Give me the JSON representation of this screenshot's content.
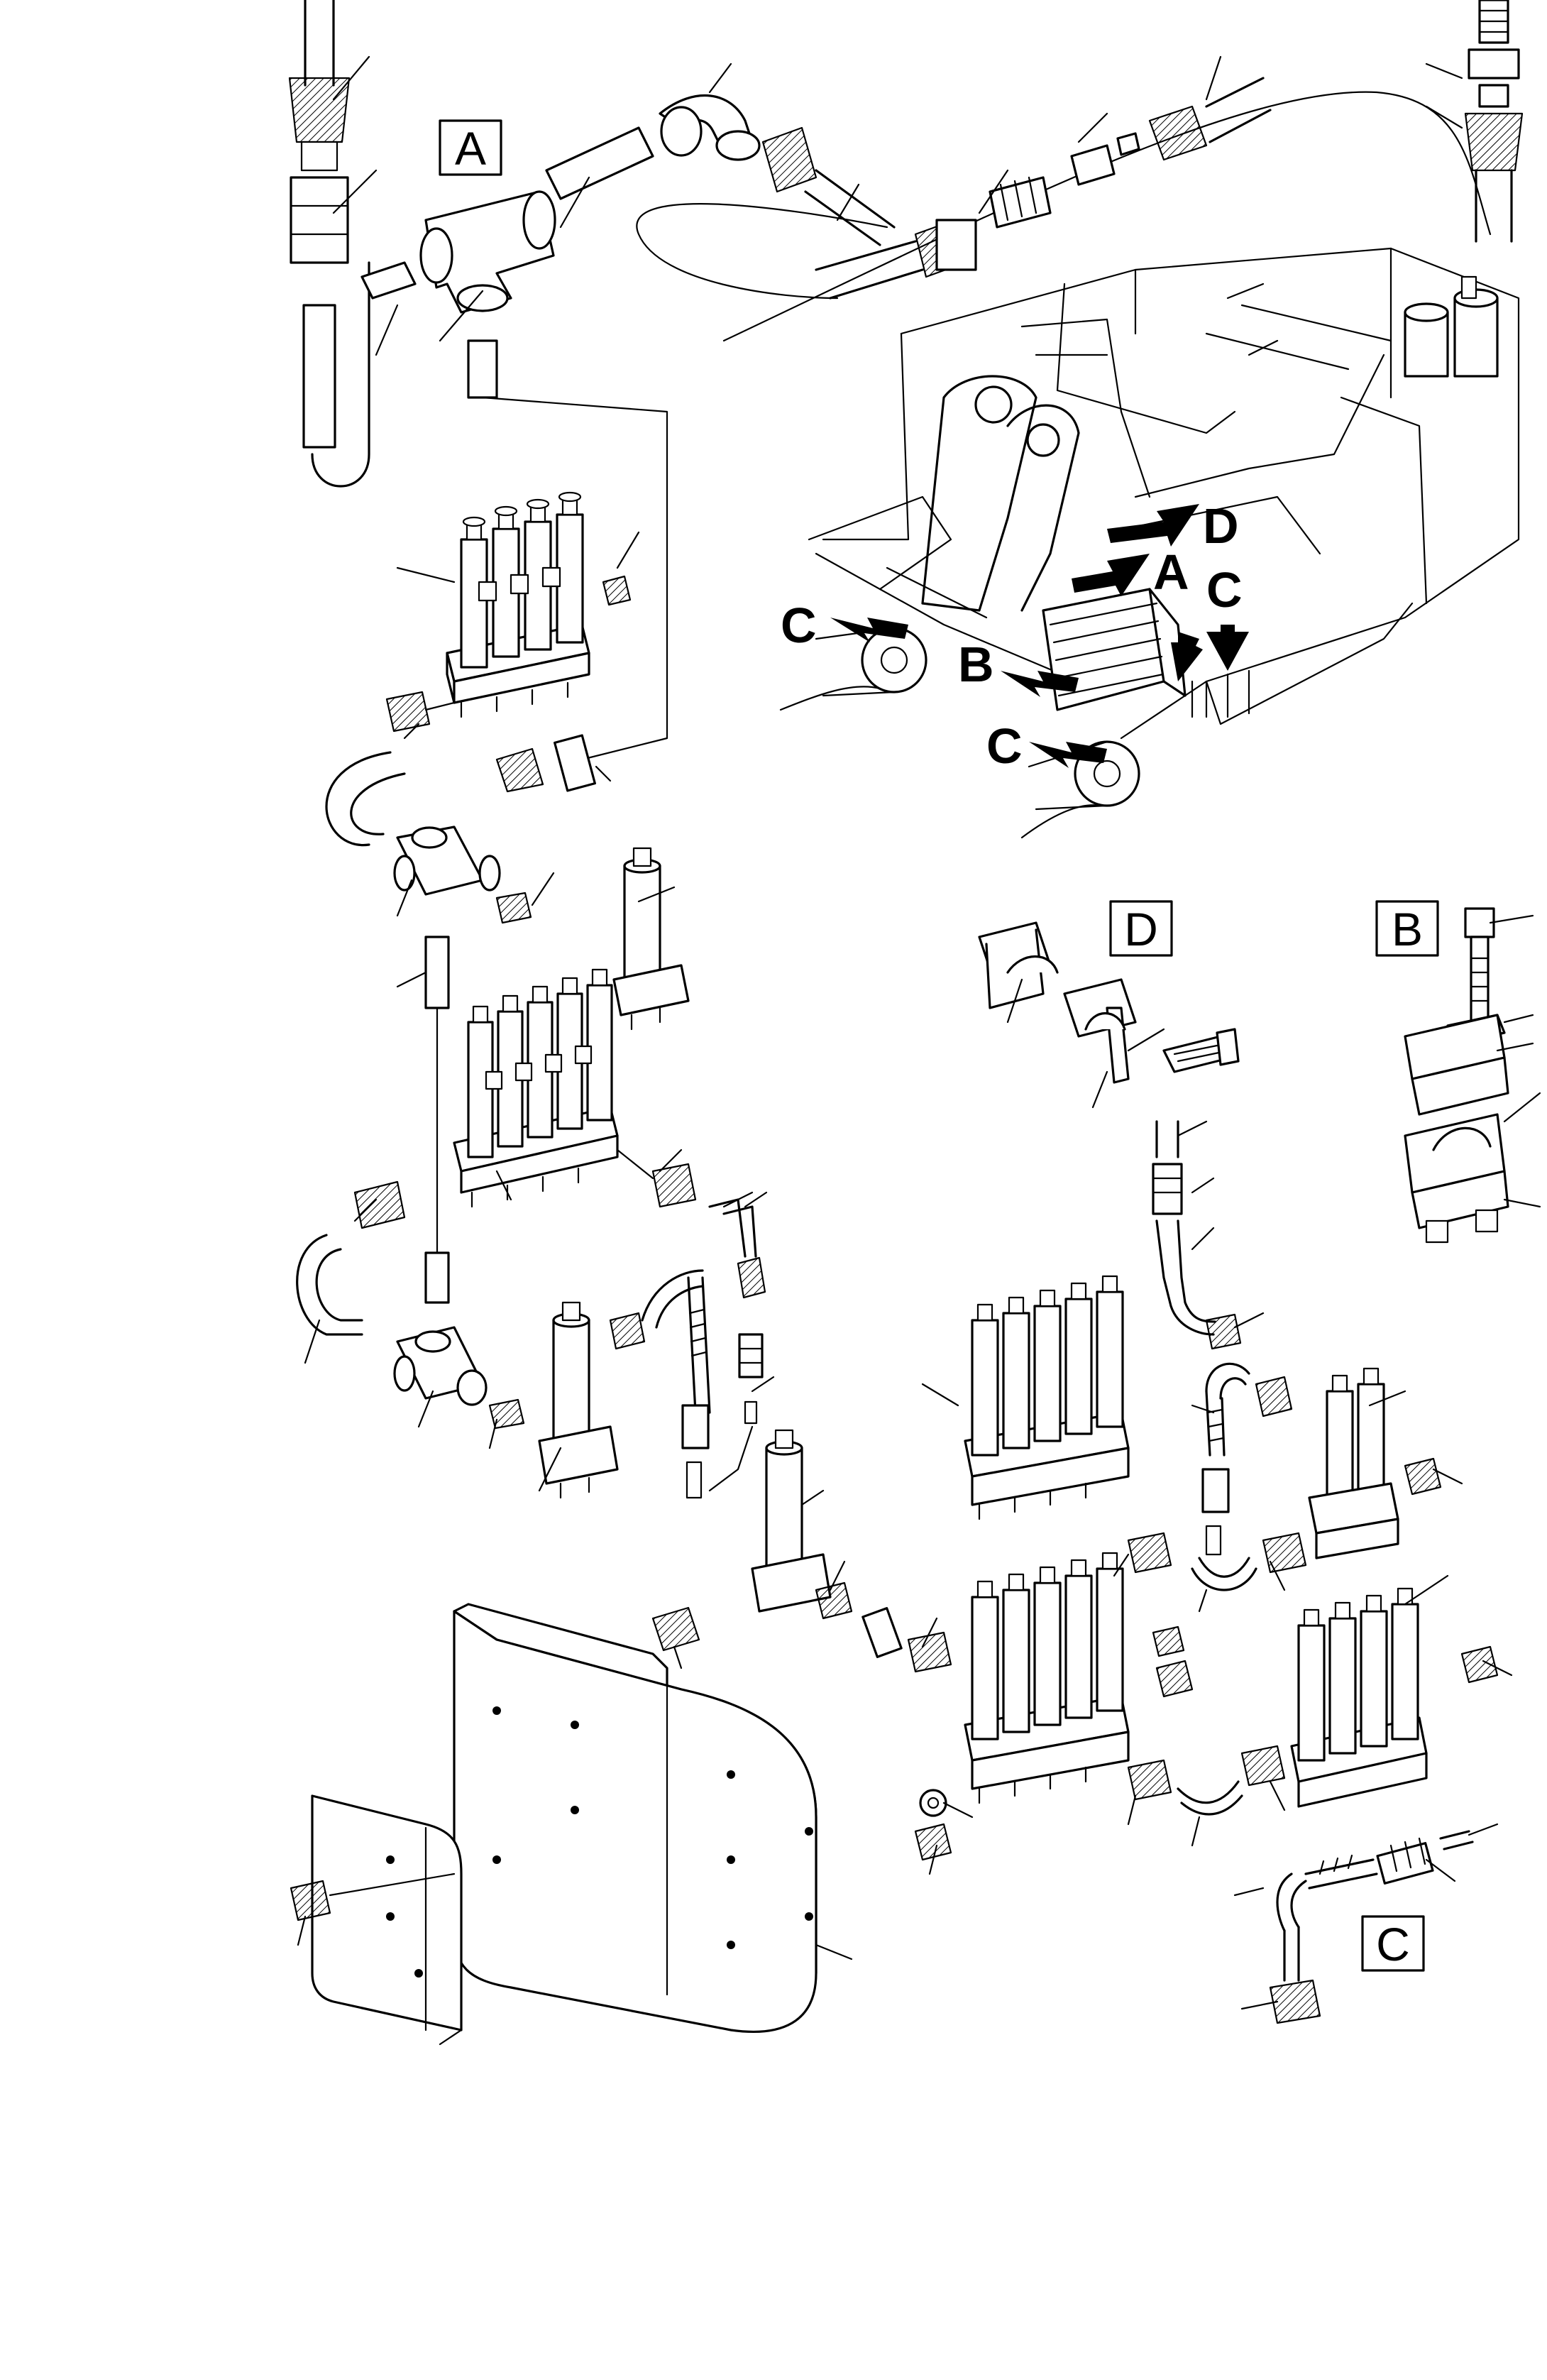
{
  "detail_labels": {
    "a": "A",
    "b": "B",
    "c": "C",
    "d": "D"
  },
  "pointer_labels": {
    "a": "A",
    "b": "B",
    "c_left": "C",
    "c_right": "C",
    "c_lower": "C",
    "d": "D"
  }
}
